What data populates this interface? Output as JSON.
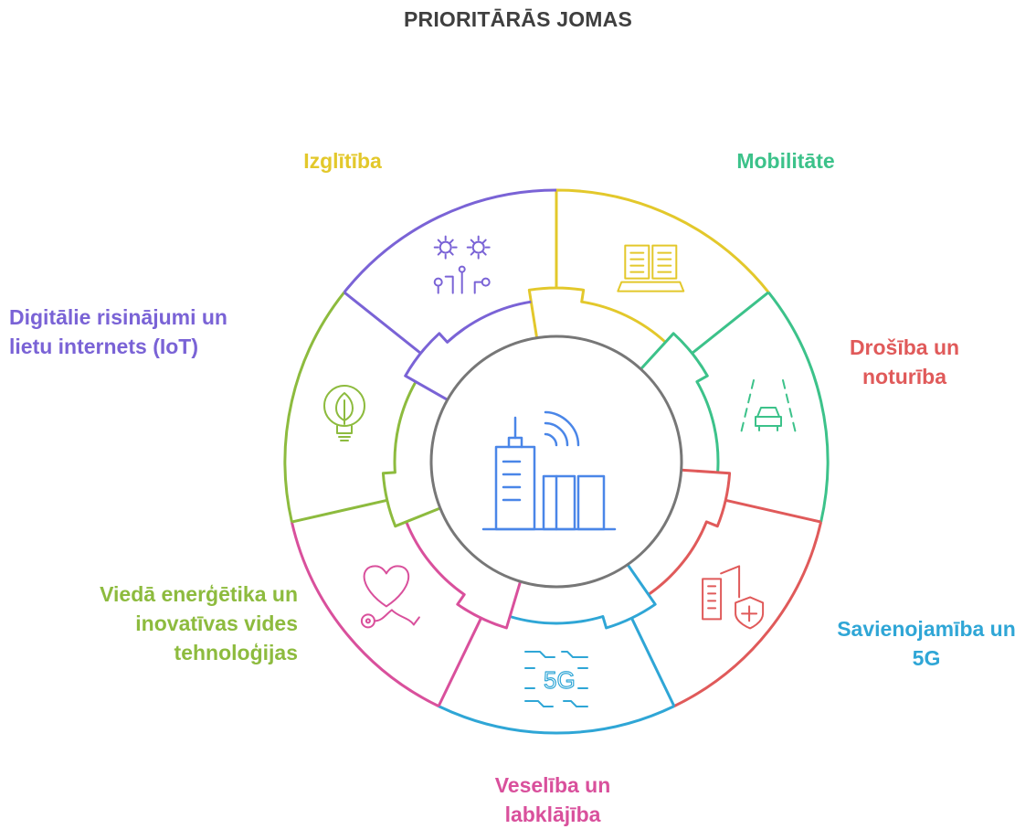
{
  "title": "PRIORITĀRĀS JOMAS",
  "colors": {
    "education": "#e3c82b",
    "mobility": "#3cc28a",
    "security": "#e05a5a",
    "connectivity": "#2fa6d6",
    "health": "#d9509c",
    "energy": "#8dbb3e",
    "iot": "#7a63d6",
    "center": "#777777",
    "center_icon": "#4a86e8"
  },
  "segments": [
    {
      "id": "education",
      "lines": [
        "Izglītība"
      ],
      "icon": "open-book-icon"
    },
    {
      "id": "mobility",
      "lines": [
        "Mobilitāte"
      ],
      "icon": "car-road-icon"
    },
    {
      "id": "security",
      "lines": [
        "Drošība un",
        "noturība"
      ],
      "icon": "building-shield-icon"
    },
    {
      "id": "connectivity",
      "lines": [
        "Savienojamība un",
        "5G"
      ],
      "icon": "5g-network-icon"
    },
    {
      "id": "health",
      "lines": [
        "Veselība un",
        "labklājība"
      ],
      "icon": "heart-stethoscope-icon"
    },
    {
      "id": "energy",
      "lines": [
        "Viedā enerģētika un",
        "inovatīvas vides",
        "tehnoloģijas"
      ],
      "icon": "leaf-bulb-icon"
    },
    {
      "id": "iot",
      "lines": [
        "Digitālie risinājumi un",
        "lietu internets (IoT)"
      ],
      "icon": "gears-circuit-icon"
    }
  ],
  "center": {
    "icon": "smart-city-building-icon"
  }
}
